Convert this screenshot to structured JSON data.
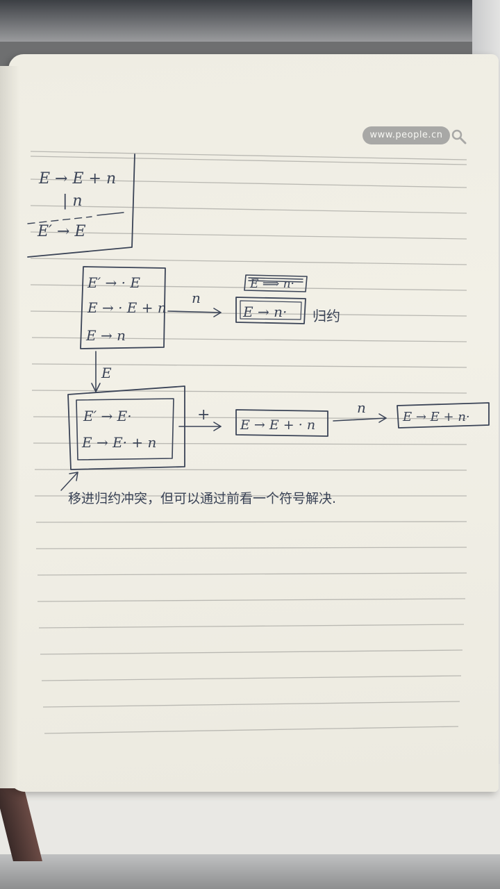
{
  "watermark": "www.people.cn",
  "grammar": {
    "line1": "E → E + n",
    "line2": "| n",
    "line3": "E′ → E"
  },
  "states": {
    "s0": [
      "E′ → · E",
      "E → · E + n",
      "E → n"
    ],
    "s_n": "E → n·",
    "s_n_crossed": "E ⟹ n·",
    "s1": [
      "E′ → E·",
      "E → E· + n"
    ],
    "s2": "E → E + · n",
    "s3": "E → E + n·"
  },
  "transitions": {
    "n1": "n",
    "e": "E",
    "plus": "+",
    "n2": "n"
  },
  "reduce_label": "归约",
  "conflict_note": "移进归约冲突，但可以通过前看一个符号解决."
}
